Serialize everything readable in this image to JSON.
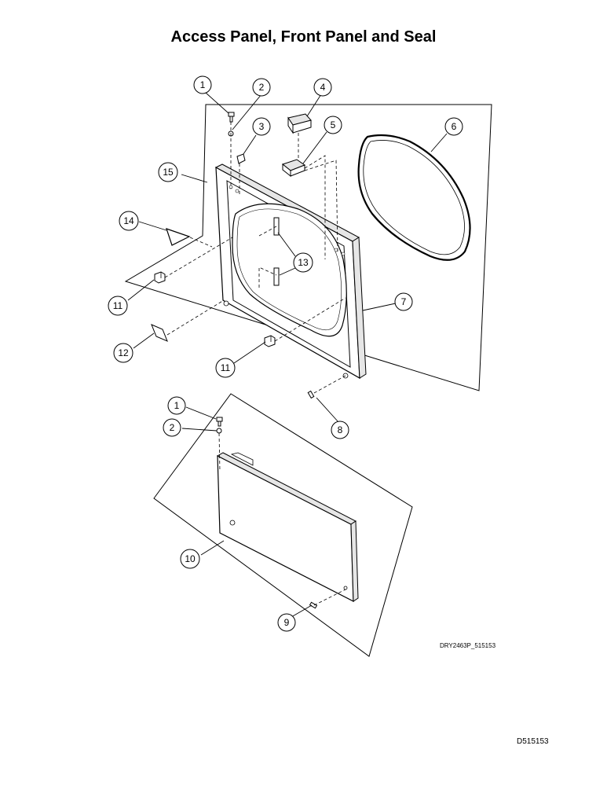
{
  "page": {
    "title": "Access Panel, Front Panel and Seal",
    "drawing_code": "DRY2463P_515153",
    "document_code": "D515153"
  },
  "callouts": [
    "1",
    "2",
    "3",
    "4",
    "5",
    "6",
    "7",
    "8",
    "9",
    "10",
    "11",
    "12",
    "13",
    "14",
    "15"
  ],
  "colors": {
    "line": "#000000",
    "background": "#ffffff",
    "part_fill": "#ffffff",
    "shade": "#e6e6e6"
  }
}
